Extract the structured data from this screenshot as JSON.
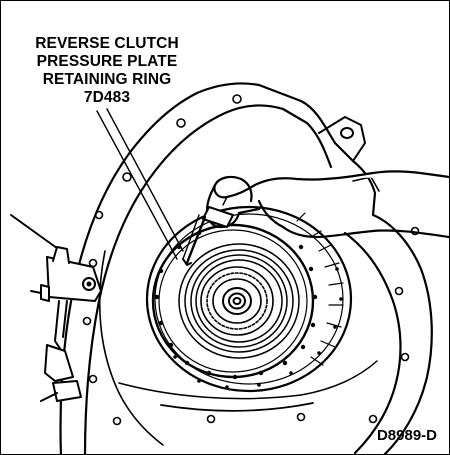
{
  "callout": {
    "line1": "REVERSE CLUTCH",
    "line2": "PRESSURE PLATE",
    "line3": "RETAINING RING",
    "part_number": "7D483"
  },
  "figure_code": "D8989-D",
  "colors": {
    "ink": "#000000",
    "paper": "#ffffff"
  }
}
